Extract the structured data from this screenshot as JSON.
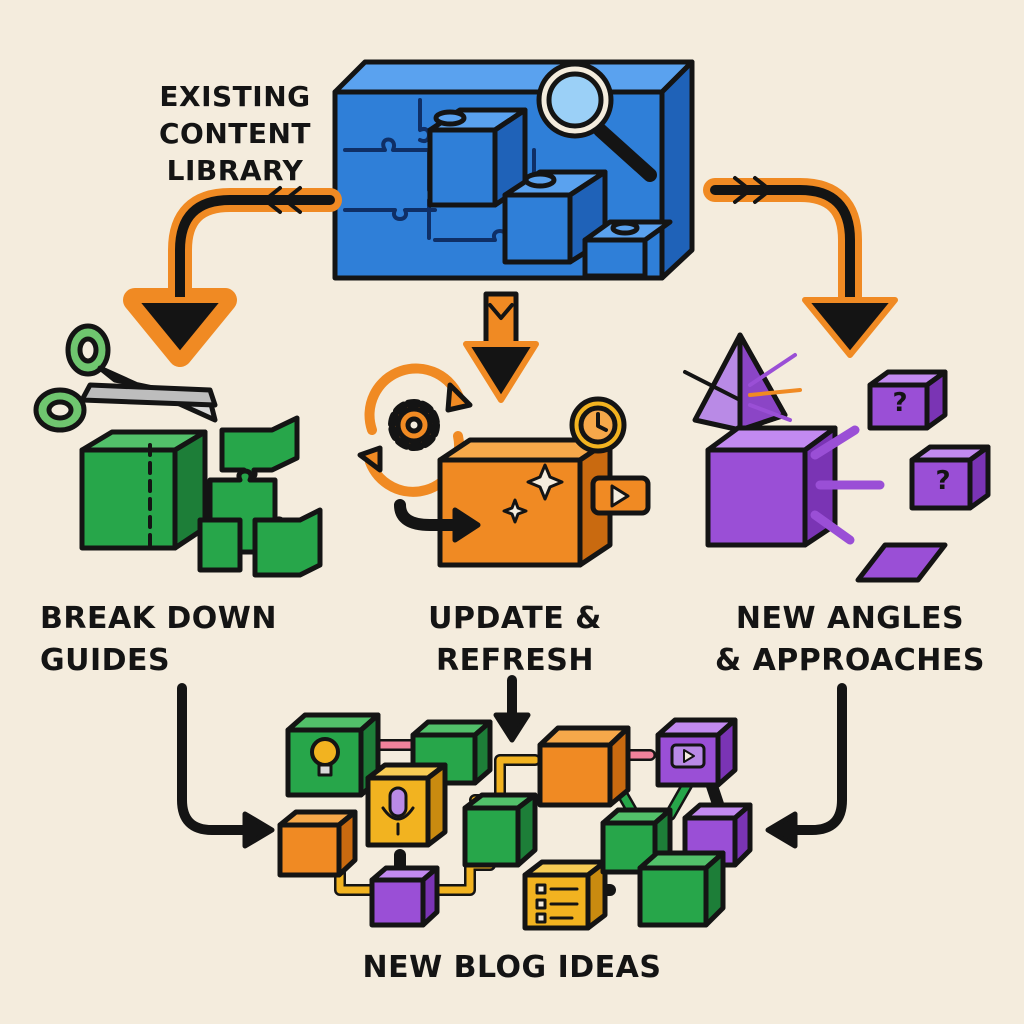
{
  "labels": {
    "content_library": "EXISTING\nCONTENT\nLIBRARY",
    "break_down": "BREAK DOWN\nGUIDES",
    "update_refresh": "UPDATE &\nREFRESH",
    "new_angles": "NEW ANGLES\n& APPROACHES",
    "new_blog_ideas": "NEW BLOG IDEAS"
  },
  "colors": {
    "background": "#f4ecdd",
    "blue": "#2f7fd8",
    "green": "#27a64a",
    "orange": "#f08a23",
    "purple": "#9a4fd6",
    "yellow": "#f2b320",
    "outline": "#141414"
  },
  "icons": [
    "magnifier-icon",
    "scissors-icon",
    "gear-icon",
    "clock-icon",
    "play-icon",
    "sparkle-icon",
    "lightbulb-icon",
    "microphone-icon",
    "checklist-icon",
    "question-icon",
    "prism-icon"
  ]
}
